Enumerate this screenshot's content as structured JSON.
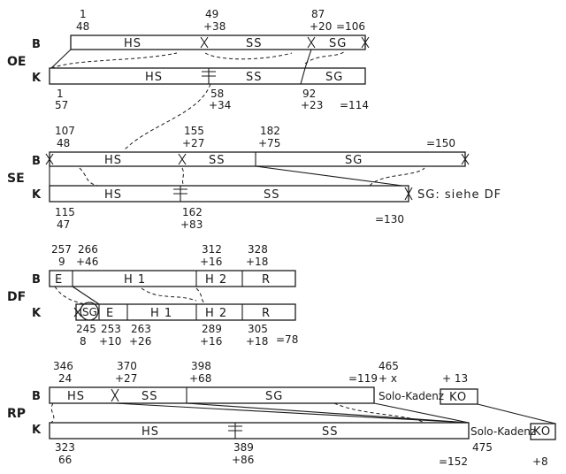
{
  "oe": {
    "section": "OE",
    "upper": "B",
    "lower": "K",
    "b_start": [
      "1",
      "48"
    ],
    "b_mid": [
      "49",
      "+38"
    ],
    "b_end": [
      "87",
      "+20"
    ],
    "b_total": "=106",
    "b_labels": [
      "HS",
      "SS",
      "SG"
    ],
    "k_labels": [
      "HS",
      "SS",
      "SG"
    ],
    "k_start": [
      "1",
      "57"
    ],
    "k_mid": [
      "58",
      "+34"
    ],
    "k_end": [
      "92",
      "+23"
    ],
    "k_total": "=114"
  },
  "se": {
    "section": "SE",
    "upper": "B",
    "lower": "K",
    "b_start": [
      "107",
      "48"
    ],
    "b_mid": [
      "155",
      "+27"
    ],
    "b_end": [
      "182",
      "+75"
    ],
    "b_total": "=150",
    "b_labels": [
      "HS",
      "SS",
      "SG"
    ],
    "k_labels": [
      "HS",
      "SS"
    ],
    "k_note": "SG: siehe DF",
    "k_start": [
      "115",
      "47"
    ],
    "k_mid": [
      "162",
      "+83"
    ],
    "k_total": "=130"
  },
  "df": {
    "section": "DF",
    "upper": "B",
    "lower": "K",
    "b_nums": [
      [
        "257",
        "9"
      ],
      [
        "266",
        "+46"
      ],
      [
        "312",
        "+16"
      ],
      [
        "328",
        "+18"
      ]
    ],
    "b_labels": [
      "E",
      "H 1",
      "H 2",
      "R"
    ],
    "k_circle": "SG",
    "k_labels": [
      "E",
      "H 1",
      "H 2",
      "R"
    ],
    "k_nums": [
      [
        "245",
        "8"
      ],
      [
        "253",
        "+10"
      ],
      [
        "263",
        "+26"
      ],
      [
        "289",
        "+16"
      ],
      [
        "305",
        "+18"
      ]
    ],
    "k_total": "=78"
  },
  "rp": {
    "section": "RP",
    "upper": "B",
    "lower": "K",
    "b_nums": [
      [
        "346",
        "24"
      ],
      [
        "370",
        "+27"
      ],
      [
        "398",
        "+68"
      ]
    ],
    "b_total": "=119",
    "b_extra": [
      "465",
      "+ x"
    ],
    "b_ko_num": "+ 13",
    "b_labels": [
      "HS",
      "SS",
      "SG"
    ],
    "b_kadenz": "Solo-Kadenz",
    "b_ko": "KO",
    "k_labels": [
      "HS",
      "SS"
    ],
    "k_kadenz": "Solo-Kadenz",
    "k_ko": "KO",
    "k_start": [
      "323",
      "66"
    ],
    "k_mid": [
      "389",
      "+86"
    ],
    "k_total": "=152",
    "k_end": "475",
    "k_ko_num": "+8"
  }
}
